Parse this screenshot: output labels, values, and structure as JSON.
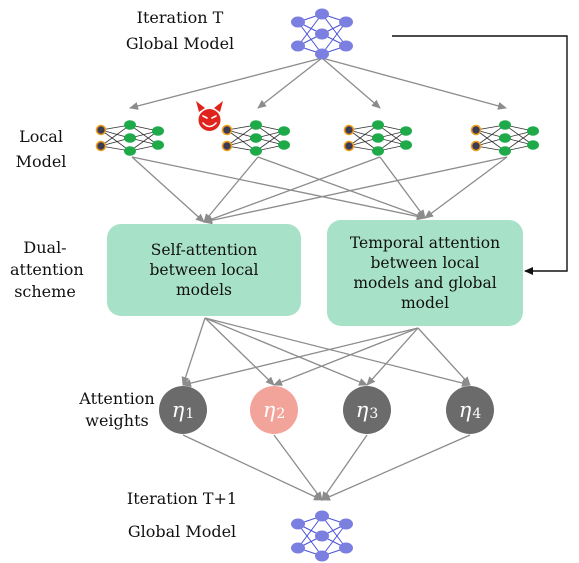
{
  "labels": {
    "iteration_t": "Iteration T",
    "global_model_top": "Global Model",
    "local_model": "Local\nModel",
    "dual_attention": "Dual-\nattention\nscheme",
    "attention_weights": "Attention\nweights",
    "iteration_t1": "Iteration T+1",
    "global_model_bottom": "Global Model"
  },
  "boxes": {
    "self_attention": "Self-attention\nbetween local\nmodels",
    "temporal_attention": "Temporal attention\nbetween local\nmodels and global\nmodel"
  },
  "weights": [
    {
      "symbol": "η",
      "sub": "1",
      "color": "#6b6b6b",
      "malicious": false
    },
    {
      "symbol": "η",
      "sub": "2",
      "color": "#f2a49b",
      "malicious": true
    },
    {
      "symbol": "η",
      "sub": "3",
      "color": "#6b6b6b",
      "malicious": false
    },
    {
      "symbol": "η",
      "sub": "4",
      "color": "#6b6b6b",
      "malicious": false
    }
  ],
  "local_models": [
    {
      "name": "local-model-1",
      "malicious": false
    },
    {
      "name": "local-model-2",
      "malicious": true
    },
    {
      "name": "local-model-3",
      "malicious": false
    },
    {
      "name": "local-model-4",
      "malicious": false
    }
  ],
  "colors": {
    "box_fill": "#a7e1c8",
    "arrow": "#8c8c8c",
    "global_node": "#7b7fe0",
    "global_edge": "#4a52d6",
    "local_input": "#3b3b55",
    "local_input_ring": "#f0a020",
    "local_node": "#1faa4a",
    "devil": "#e0231c"
  },
  "icons": {
    "devil": "devil-icon"
  }
}
